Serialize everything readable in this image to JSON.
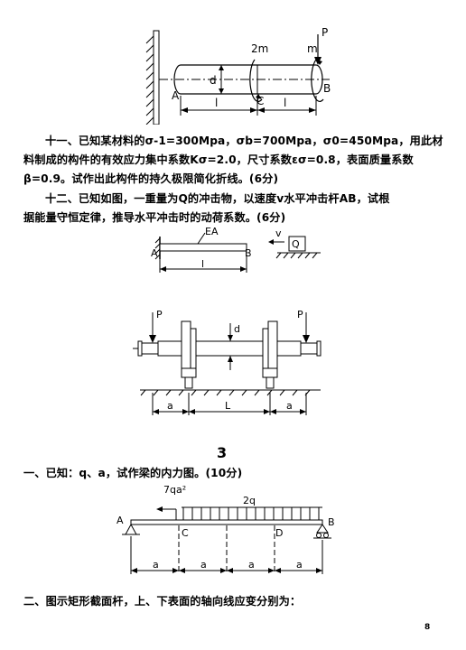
{
  "fig1": {
    "labels": {
      "A": "A",
      "B": "B",
      "C": "C",
      "d": "d",
      "moment_2m": "2m",
      "moment_m": "m",
      "P": "P",
      "l1": "l",
      "l2": "l"
    }
  },
  "problem11": {
    "line1": "十一、已知某材料的σ-1=300Mpa，σb=700Mpa，σ0=450Mpa，用此材",
    "line2": "料制成的构件的有效应力集中系数Kσ=2.0，尺寸系数εσ=0.8，表面质量系数",
    "line3": "β=0.9。试作出此构件的持久极限简化折线。(6分)"
  },
  "problem12": {
    "line1": "十二、已知如图，一重量为Q的冲击物，以速度v水平冲击杆AB，试根",
    "line2": "据能量守恒定律，推导水平冲击时的动荷系数。(6分)"
  },
  "fig2": {
    "labels": {
      "EA": "EA",
      "A": "A",
      "B": "B",
      "l": "l",
      "v": "v",
      "Q": "Q"
    }
  },
  "fig3": {
    "labels": {
      "P_left": "P",
      "P_right": "P",
      "d": "d",
      "a_left": "a",
      "L": "L",
      "a_right": "a"
    }
  },
  "section": {
    "number": "3"
  },
  "q1": {
    "text": "一、已知：q、a，试作梁的内力图。(10分)"
  },
  "fig4": {
    "labels": {
      "moment": "7qa²",
      "load": "2q",
      "A": "A",
      "B": "B",
      "C": "C",
      "D": "D",
      "a1": "a",
      "a2": "a",
      "a3": "a",
      "a4": "a"
    }
  },
  "q2": {
    "text": "二、图示矩形截面杆，上、下表面的轴向线应变分别为："
  },
  "page": {
    "number": "8"
  }
}
